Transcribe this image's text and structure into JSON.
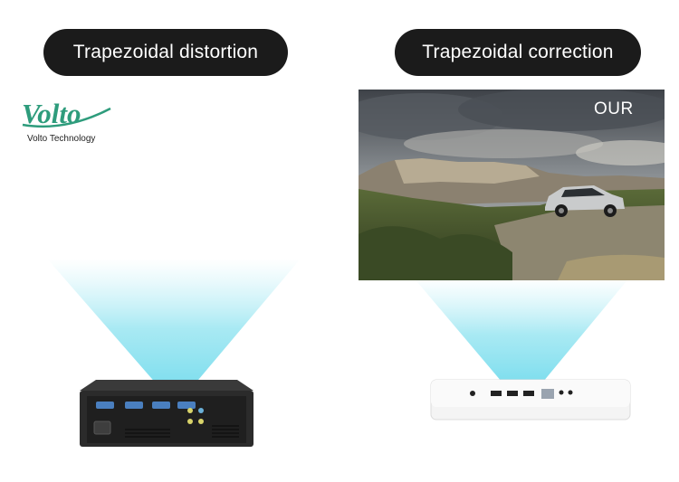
{
  "left_panel": {
    "title": "Trapezoidal distortion",
    "logo": {
      "wordmark": "Volto",
      "caption": "Volto Technology",
      "color": "#2e9c7c"
    }
  },
  "right_panel": {
    "title": "Trapezoidal correction",
    "photo_label": "OUR"
  },
  "colors": {
    "pill_background": "#1b1b1b",
    "beam": "#9fe7f2",
    "projector_dark": "#2b2b2b",
    "projector_white": "#f4f4f4"
  }
}
